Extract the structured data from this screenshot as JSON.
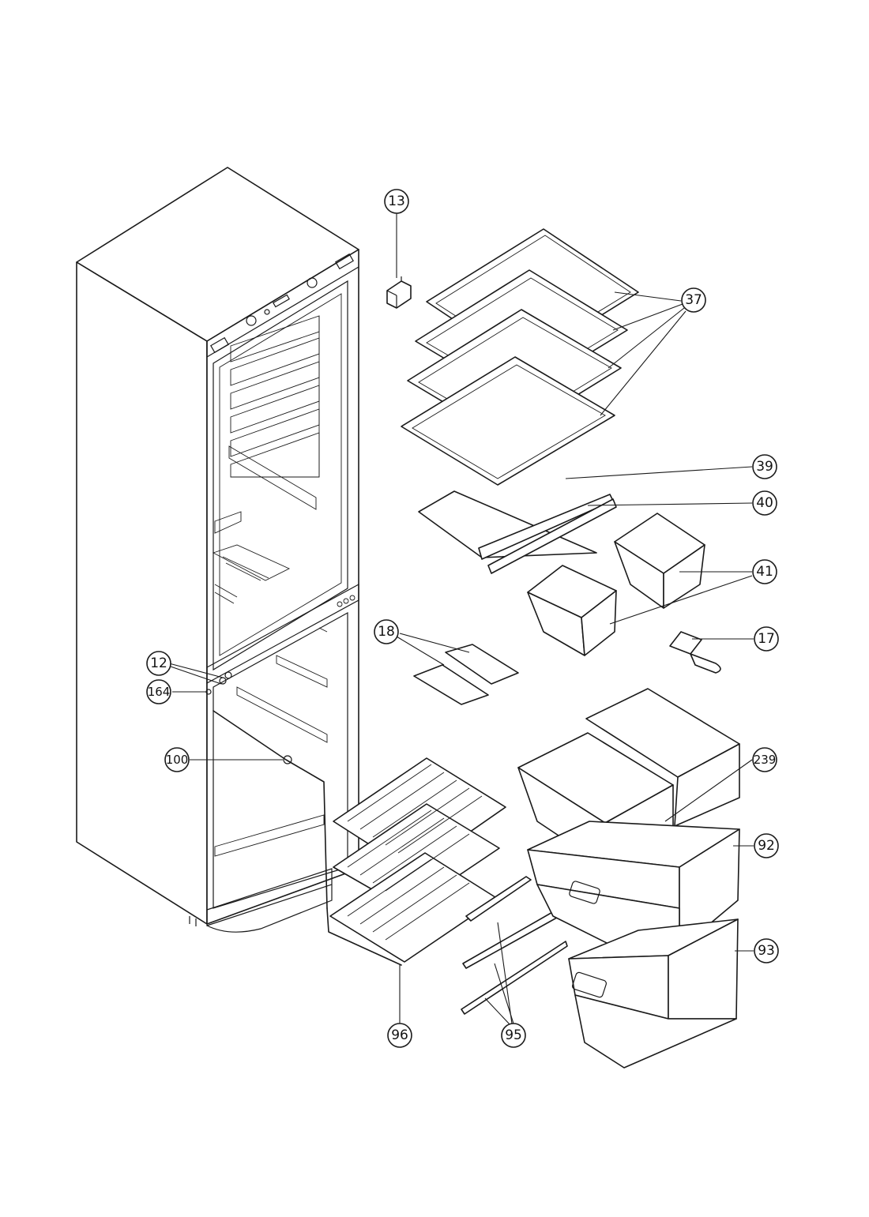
{
  "diagram": {
    "type": "exploded-parts-view",
    "callouts": [
      {
        "id": "c13",
        "label": "13"
      },
      {
        "id": "c37",
        "label": "37"
      },
      {
        "id": "c39",
        "label": "39"
      },
      {
        "id": "c40",
        "label": "40"
      },
      {
        "id": "c41",
        "label": "41"
      },
      {
        "id": "c17",
        "label": "17"
      },
      {
        "id": "c18",
        "label": "18"
      },
      {
        "id": "c12",
        "label": "12"
      },
      {
        "id": "c164",
        "label": "164"
      },
      {
        "id": "c100",
        "label": "100"
      },
      {
        "id": "c239",
        "label": "239"
      },
      {
        "id": "c92",
        "label": "92"
      },
      {
        "id": "c93",
        "label": "93"
      },
      {
        "id": "c96",
        "label": "96"
      },
      {
        "id": "c95",
        "label": "95"
      }
    ]
  }
}
